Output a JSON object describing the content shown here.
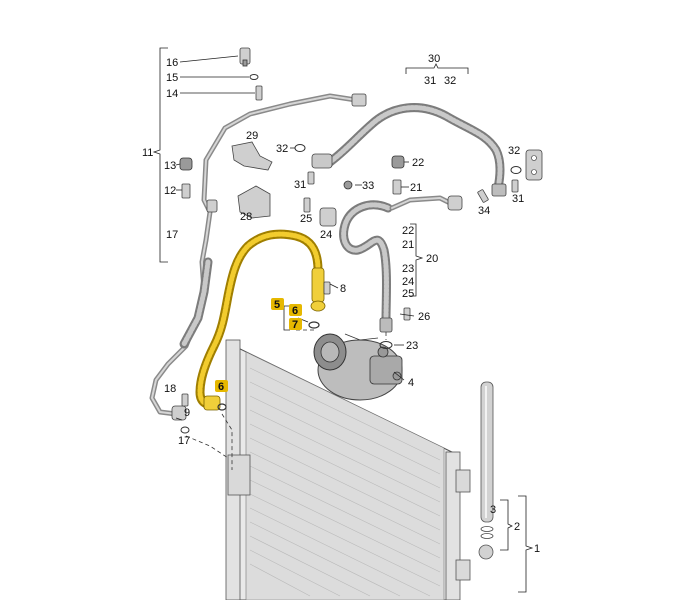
{
  "diagram": {
    "highlight_color": "#e6b800",
    "part_numbers": {
      "p1": "1",
      "p2": "2",
      "p3": "3",
      "p4": "4",
      "p5": "5",
      "p6a": "6",
      "p6b": "6",
      "p7": "7",
      "p8": "8",
      "p9": "9",
      "p11": "11",
      "p12": "12",
      "p13": "13",
      "p14": "14",
      "p15": "15",
      "p16": "16",
      "p17a": "17",
      "p17b": "17",
      "p18": "18",
      "p20": "20",
      "p21a": "21",
      "p21b": "21",
      "p22a": "22",
      "p22b": "22",
      "p23a": "23",
      "p23b": "23",
      "p24a": "24",
      "p24b": "24",
      "p25a": "25",
      "p25b": "25",
      "p26": "26",
      "p28": "28",
      "p29": "29",
      "p30": "30",
      "p31a": "31",
      "p31b": "31",
      "p31c": "31",
      "p32a": "32",
      "p32b": "32",
      "p32c": "32",
      "p33": "33",
      "p34": "34"
    },
    "highlighted_parts": [
      "5",
      "6",
      "7"
    ]
  }
}
